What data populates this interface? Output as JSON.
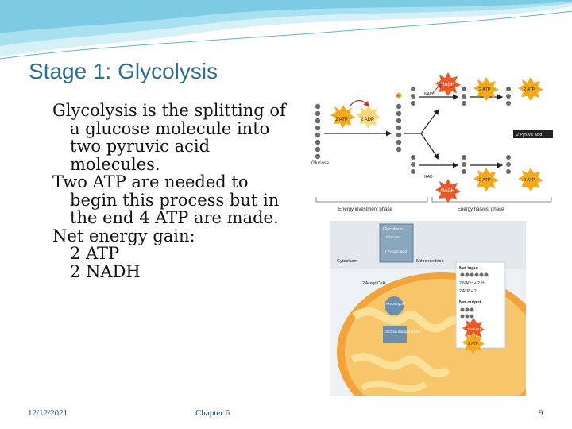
{
  "slide": {
    "title": "Stage 1: Glycolysis",
    "paragraphs": [
      "Glycolysis is the splitting of a glucose molecule into two pyruvic acid molecules.",
      "Two ATP are needed to begin this process but in the end 4 ATP are made.",
      "Net energy gain:"
    ],
    "net_gain": [
      "2 ATP",
      "2 NADH"
    ],
    "footer": {
      "date": "12/12/2021",
      "chapter": "Chapter 6",
      "page": "9"
    }
  },
  "figure1": {
    "glucose": "Glucose",
    "atp2": "2 ATP",
    "adp2": "2 ADP",
    "nad": "NAD⁺",
    "nadh": "NADH",
    "atp": "2 ATP",
    "pyruvic": "2 Pyruvic acid",
    "phase_investment": "Energy investment phase",
    "phase_harvest": "Energy harvest phase",
    "p": "P"
  },
  "figure2": {
    "panel_title": "Glycolysis",
    "panel_glucose": "Glucose",
    "panel_pyruvic": "2 Pyruvic acid",
    "cytoplasm": "Cytoplasm",
    "mitochondrion": "Mitochondrion",
    "acetyl": "2 Acetyl CoA",
    "krebs": "Krebs cycle",
    "etc": "Electron transport chain",
    "net_input": "Net input",
    "net_input_line": "2 NAD⁺ + 2 H⁺",
    "net_input_atp": "2 ATP + 2",
    "net_output": "Net output",
    "out_nadh": "2 NADH",
    "out_atp": "4 ATP",
    "p": "P"
  },
  "colors": {
    "title": "#2d6f92",
    "wave": "#8fd3e8",
    "footer": "#1e4d78",
    "atp_star": "#f4a81c",
    "nadh_star": "#e85a2a",
    "arrow_red": "#c8361f",
    "mito_orange": "#f2a33a"
  }
}
